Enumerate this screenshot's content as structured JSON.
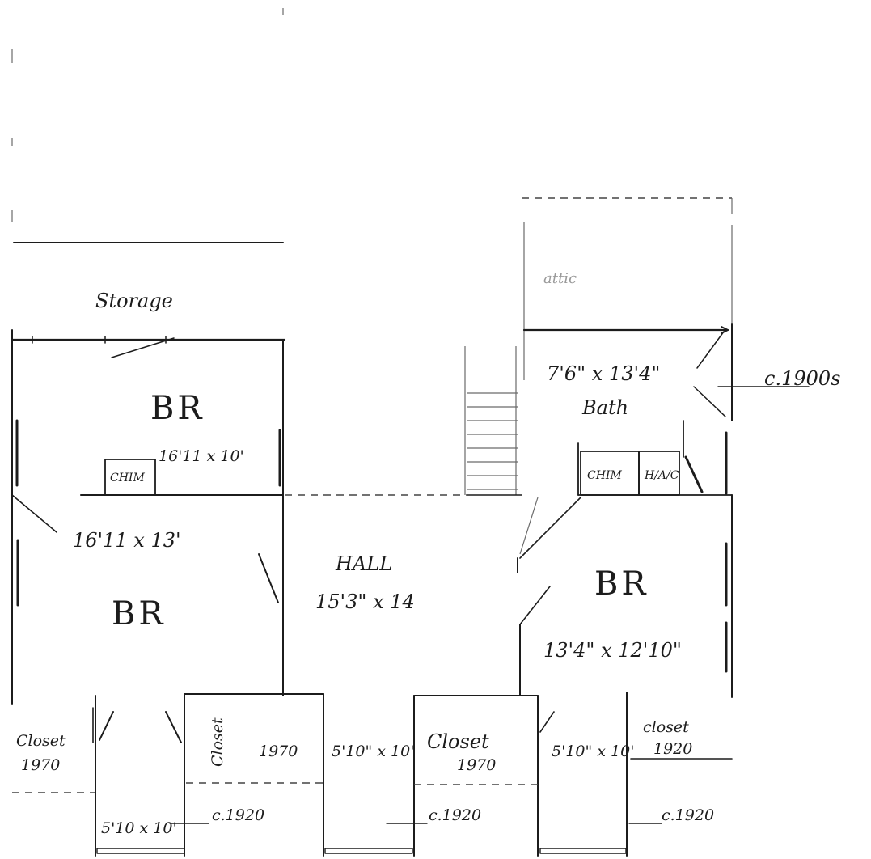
{
  "plan": {
    "storage": "Storage",
    "attic_faint": "attic",
    "br_upper_left": {
      "name": "BR",
      "size": "16'11 x 10'"
    },
    "chim_left": "CHIM",
    "br_lower_left": {
      "name": "BR",
      "size": "16'11 x 13'"
    },
    "hall": {
      "name": "HALL",
      "size": "15'3\" x 14"
    },
    "bath": {
      "size": "7'6\" x 13'4\"",
      "name": "Bath",
      "date": "c.1900s"
    },
    "chim_right": "CHIM",
    "hac": "H/A/C",
    "br_right": {
      "name": "BR",
      "size": "13'4\" x 12'10\""
    },
    "closet_far_left": {
      "name": "Closet",
      "year": "1970"
    },
    "room_5x10_left": {
      "size": "5'10 x 10'",
      "date": "c.1920"
    },
    "closet_1970_mid_left": {
      "name": "Closet",
      "year": "1970"
    },
    "room_5x10_mid": {
      "size": "5'10\" x 10'"
    },
    "closet_mid": {
      "name": "Closet",
      "year": "1970",
      "date": "c.1920"
    },
    "room_5x10_right": {
      "size": "5'10\" x 10'",
      "date": "c.1920"
    },
    "closet_right": {
      "name": "closet",
      "year": "1920"
    }
  }
}
